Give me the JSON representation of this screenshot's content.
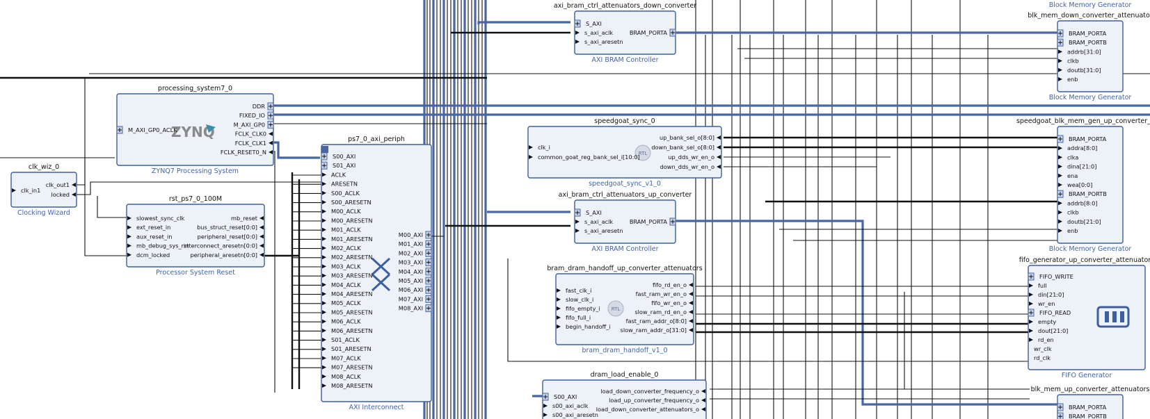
{
  "colors": {
    "block_fill": "#edf1f8",
    "block_border": "#3d5fa0",
    "bus": "#4866a5",
    "wire": "#111111",
    "subtitle": "#4063a6"
  },
  "blocks": [
    {
      "id": "clk_wiz_0",
      "title": "clk_wiz_0",
      "subtitle": "Clocking Wizard",
      "in": [
        "clk_in1"
      ],
      "out": [
        "clk_out1",
        "locked"
      ]
    },
    {
      "id": "processing_system7_0",
      "title": "processing_system7_0",
      "subtitle": "ZYNQ7 Processing System",
      "logo": "ZYNQ",
      "in": [
        "M_AXI_GP0_ACLK"
      ],
      "out": [
        "DDR",
        "FIXED_IO",
        "M_AXI_GP0",
        "FCLK_CLK0",
        "FCLK_CLK1",
        "FCLK_RESET0_N"
      ]
    },
    {
      "id": "rst_ps7_0_100M",
      "title": "rst_ps7_0_100M",
      "subtitle": "Processor System Reset",
      "in": [
        "slowest_sync_clk",
        "ext_reset_in",
        "aux_reset_in",
        "mb_debug_sys_rst",
        "dcm_locked"
      ],
      "out": [
        "mb_reset",
        "bus_struct_reset[0:0]",
        "peripheral_reset[0:0]",
        "interconnect_aresetn[0:0]",
        "peripheral_aresetn[0:0]"
      ]
    },
    {
      "id": "ps7_0_axi_periph",
      "title": "ps7_0_axi_periph",
      "subtitle": "AXI Interconnect",
      "in": [
        "S00_AXI",
        "S01_AXI",
        "ACLK",
        "ARESETN",
        "S00_ACLK",
        "S00_ARESETN",
        "M00_ACLK",
        "M00_ARESETN",
        "M01_ACLK",
        "M01_ARESETN",
        "M02_ACLK",
        "M02_ARESETN",
        "M03_ACLK",
        "M03_ARESETN",
        "M04_ACLK",
        "M04_ARESETN",
        "M05_ACLK",
        "M05_ARESETN",
        "M06_ACLK",
        "M06_ARESETN",
        "S01_ACLK",
        "S01_ARESETN",
        "M07_ACLK",
        "M07_ARESETN",
        "M08_ACLK",
        "M08_ARESETN"
      ],
      "out": [
        "M00_AXI",
        "M01_AXI",
        "M02_AXI",
        "M03_AXI",
        "M04_AXI",
        "M05_AXI",
        "M06_AXI",
        "M07_AXI",
        "M08_AXI"
      ]
    },
    {
      "id": "axi_bram_ctrl_attenuators_down_converter",
      "title": "axi_bram_ctrl_attenuators_down_converter",
      "subtitle": "AXI BRAM Controller",
      "in": [
        "S_AXI",
        "s_axi_aclk",
        "s_axi_aresetn"
      ],
      "out": [
        "BRAM_PORTA"
      ]
    },
    {
      "id": "speedgoat_sync_0",
      "title": "speedgoat_sync_0",
      "subtitle": "speedgoat_sync_v1_0",
      "rtl": "RTL",
      "in": [
        "clk_i",
        "common_goat_reg_bank_sel_i[10:0]"
      ],
      "out": [
        "up_bank_sel_o[8:0]",
        "down_bank_sel_o[8:0]",
        "up_dds_wr_en_o",
        "down_dds_wr_en_o"
      ]
    },
    {
      "id": "axi_bram_ctrl_attenuators_up_converter",
      "title": "axi_bram_ctrl_attenuators_up_converter",
      "subtitle": "AXI BRAM Controller",
      "in": [
        "S_AXI",
        "s_axi_aclk",
        "s_axi_aresetn"
      ],
      "out": [
        "BRAM_PORTA"
      ]
    },
    {
      "id": "bram_dram_handoff_up_converter_attenuators",
      "title": "bram_dram_handoff_up_converter_attenuators",
      "subtitle": "bram_dram_handoff_v1_0",
      "rtl": "RTL",
      "in": [
        "fast_clk_i",
        "slow_clk_i",
        "fifo_empty_i",
        "fifo_full_i",
        "begin_handoff_i"
      ],
      "out": [
        "fifo_rd_en_o",
        "fast_ram_wr_en_o",
        "fifo_wr_en_o",
        "slow_ram_rd_en_o",
        "fast_ram_addr_o[8:0]",
        "slow_ram_addr_o[31:0]"
      ]
    },
    {
      "id": "dram_load_enable_0",
      "title": "dram_load_enable_0",
      "subtitle": "",
      "in": [
        "S00_AXI",
        "s00_axi_aclk",
        "s00_axi_aresetn"
      ],
      "out": [
        "load_down_converter_frequency_o",
        "load_up_converter_frequency_o",
        "load_down_converter_attenuators_o"
      ]
    },
    {
      "id": "blk_mem_down_converter_attenuators",
      "title": "blk_mem_down_converter_attenuator",
      "subtitle": "Block Memory Generator",
      "top_label": "Block Memory Generator",
      "in": [
        "BRAM_PORTA",
        "BRAM_PORTB",
        "addrb[31:0]",
        "clkb",
        "doutb[31:0]",
        "enb"
      ],
      "out": []
    },
    {
      "id": "speedgoat_blk_mem_gen_up_converter",
      "title": "speedgoat_blk_mem_gen_up_converter_atte",
      "subtitle": "Block Memory Generator",
      "in": [
        "BRAM_PORTA",
        "addra[8:0]",
        "clka",
        "dina[21:0]",
        "ena",
        "wea[0:0]",
        "BRAM_PORTB",
        "addrb[8:0]",
        "clkb",
        "doutb[21:0]",
        "enb"
      ],
      "out": []
    },
    {
      "id": "fifo_generator_up_converter_attenuators",
      "title": "fifo_generator_up_converter_attenuators",
      "subtitle": "FIFO Generator",
      "in": [
        "FIFO_WRITE",
        "full",
        "din[21:0]",
        "wr_en",
        "FIFO_READ",
        "empty",
        "dout[21:0]",
        "rd_en",
        "wr_clk",
        "rd_clk"
      ],
      "out": []
    },
    {
      "id": "blk_mem_up_converter_attenuators",
      "title": "blk_mem_up_converter_attenuators",
      "subtitle": "",
      "in": [
        "BRAM_PORTA",
        "BRAM_PORTB"
      ],
      "out": []
    }
  ]
}
